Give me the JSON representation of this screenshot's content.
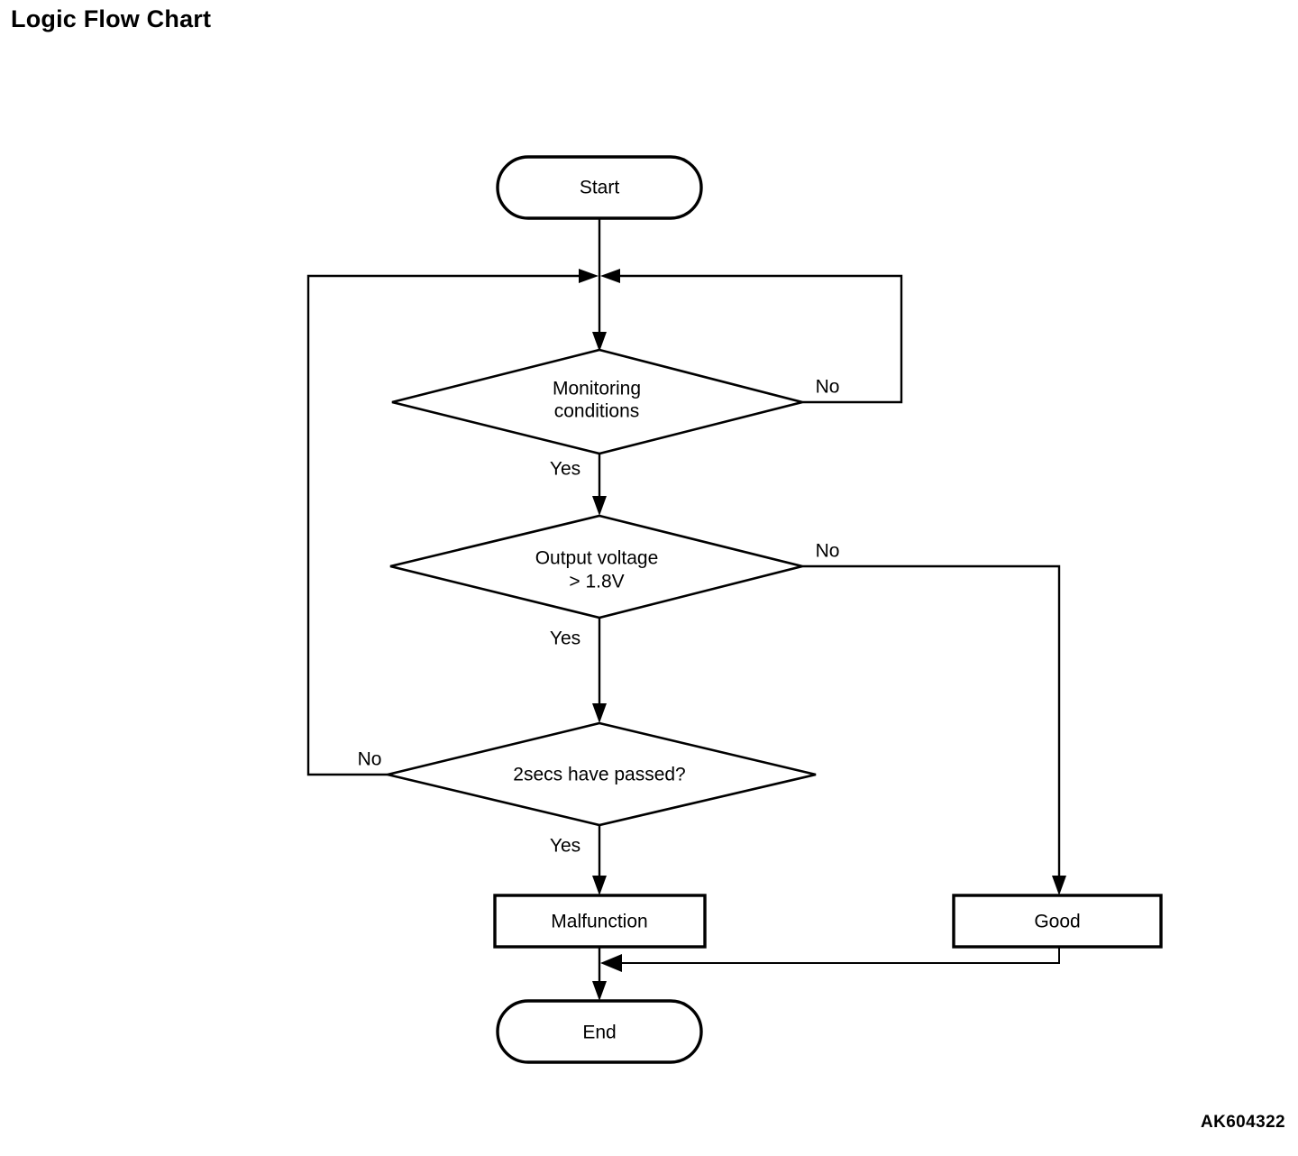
{
  "page": {
    "title": "Logic Flow Chart",
    "footer_code": "AK604322",
    "background_color": "#ffffff",
    "line_color": "#000000"
  },
  "chart_data": {
    "type": "diagram",
    "diagram_kind": "flowchart",
    "title": "Logic Flow Chart",
    "nodes": [
      {
        "id": "start",
        "shape": "terminator",
        "label": "Start"
      },
      {
        "id": "merge",
        "shape": "junction",
        "label": ""
      },
      {
        "id": "monitoring",
        "shape": "decision",
        "label": "Monitoring conditions",
        "line1": "Monitoring",
        "line2": "conditions"
      },
      {
        "id": "voltage",
        "shape": "decision",
        "label": "Output voltage > 1.8V",
        "line1": "Output voltage",
        "line2": "> 1.8V"
      },
      {
        "id": "timer",
        "shape": "decision",
        "label": "2secs have passed?",
        "line1": "2secs have passed?",
        "line2": ""
      },
      {
        "id": "malfunction",
        "shape": "process",
        "label": "Malfunction"
      },
      {
        "id": "good",
        "shape": "process",
        "label": "Good"
      },
      {
        "id": "end",
        "shape": "terminator",
        "label": "End"
      }
    ],
    "edges": [
      {
        "from": "start",
        "to": "merge",
        "label": ""
      },
      {
        "from": "merge",
        "to": "monitoring",
        "label": ""
      },
      {
        "from": "monitoring",
        "to": "voltage",
        "label": "Yes"
      },
      {
        "from": "monitoring",
        "to": "merge",
        "label": "No"
      },
      {
        "from": "voltage",
        "to": "timer",
        "label": "Yes"
      },
      {
        "from": "voltage",
        "to": "good",
        "label": "No"
      },
      {
        "from": "timer",
        "to": "malfunction",
        "label": "Yes"
      },
      {
        "from": "timer",
        "to": "merge",
        "label": "No"
      },
      {
        "from": "malfunction",
        "to": "end",
        "label": ""
      },
      {
        "from": "good",
        "to": "end",
        "label": ""
      }
    ]
  },
  "labels": {
    "start": "Start",
    "end": "End",
    "monitoring_line1": "Monitoring",
    "monitoring_line2": "conditions",
    "voltage_line1": "Output voltage",
    "voltage_line2": "> 1.8V",
    "timer": "2secs have passed?",
    "malfunction": "Malfunction",
    "good": "Good",
    "monitoring_no": "No",
    "monitoring_yes": "Yes",
    "voltage_no": "No",
    "voltage_yes": "Yes",
    "timer_no": "No",
    "timer_yes": "Yes"
  }
}
